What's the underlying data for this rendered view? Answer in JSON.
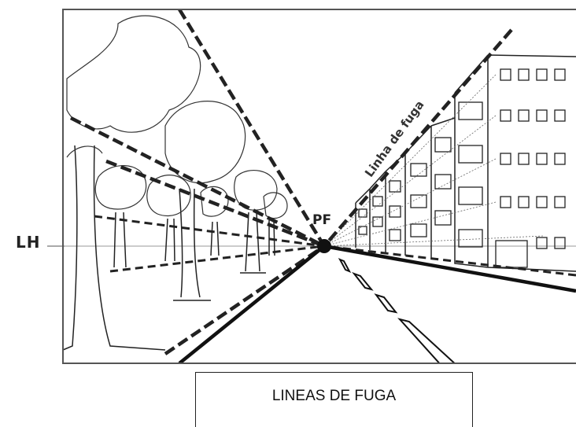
{
  "labels": {
    "horizon_line": "LH",
    "vanishing_point": "PF",
    "vanishing_line": "Linha de fuga"
  },
  "caption": {
    "text": "LINEAS DE FUGA"
  },
  "colors": {
    "ink": "#222222",
    "background": "#ffffff"
  }
}
